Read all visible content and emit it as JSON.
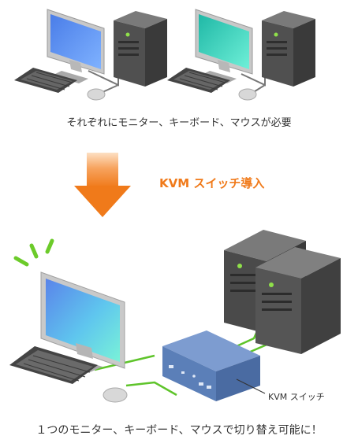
{
  "before_caption": "それぞれにモニター、キーボード、マウスが必要",
  "arrow_label": "KVM スイッチ導入",
  "kvm_label": "KVM スイッチ",
  "after_caption": "１つのモニター、キーボード、マウスで切り替え可能に！",
  "colors": {
    "arrow": "#f07a1a",
    "cable": "#5ec42a",
    "case_dark": "#3c3c3c",
    "case_face": "#5a5a5a",
    "kvm_body": "#5b7fb8",
    "led": "#8fe04a",
    "caption": "#333333",
    "arrow_label": "#f07a1a"
  }
}
